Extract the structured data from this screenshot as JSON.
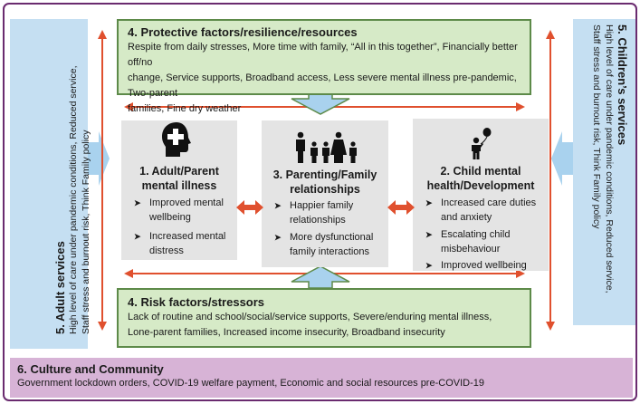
{
  "colors": {
    "frame": "#6a2b6f",
    "green_fill": "#d6eac7",
    "green_border": "#5d8a49",
    "grey_box": "#e4e4e4",
    "blue_panel": "#c5dff2",
    "purple_band": "#d7b3d6",
    "red_arrow": "#e0502e",
    "blue_arrow": "#a9d2ee"
  },
  "protective": {
    "title": "4. Protective factors/resilience/resources",
    "lines": [
      "Respite from daily stresses, More time with family, “All in this together”, Financially better off/no",
      "change, Service supports, Broadband access, Less severe mental illness pre-pandemic, Two-parent",
      "families, Fine dry weather"
    ]
  },
  "adult": {
    "icon": "head-with-cross-icon",
    "title_lines": [
      "1. Adult/Parent",
      "mental illness"
    ],
    "bullets": [
      [
        "Improved mental",
        "wellbeing"
      ],
      [
        "Increased mental",
        "distress"
      ]
    ]
  },
  "parenting": {
    "icon": "family-icon",
    "title_lines": [
      "3. Parenting/Family",
      "relationships"
    ],
    "bullets": [
      [
        "Happier family",
        "relationships"
      ],
      [
        "More dysfunctional",
        "family interactions"
      ]
    ]
  },
  "child": {
    "icon": "child-with-balloon-icon",
    "title_lines": [
      "2. Child mental",
      "health/Development"
    ],
    "bullets": [
      [
        "Increased care duties",
        "and anxiety"
      ],
      [
        "Escalating child",
        "misbehaviour"
      ],
      [
        "Improved wellbeing"
      ]
    ]
  },
  "risk": {
    "title": "4. Risk factors/stressors",
    "lines": [
      "Lack of routine and school/social/service supports, Severe/enduring mental illness,",
      "Lone-parent families, Increased income insecurity, Broadband insecurity"
    ]
  },
  "adult_services": {
    "title": "5. Adult services",
    "lines": [
      "High level of care under pandemic conditions, Reduced service,",
      "Staff stress and burnout risk, Think Family policy"
    ]
  },
  "children_services": {
    "title": "5. Children’s services",
    "lines": [
      "High level of care under pandemic conditions, Reduced service,",
      "Staff stress and burnout risk, Think Family policy"
    ]
  },
  "culture": {
    "title": "6. Culture and Community",
    "text": "Government lockdown orders, COVID-19 welfare payment, Economic and social resources pre-COVID-19"
  }
}
